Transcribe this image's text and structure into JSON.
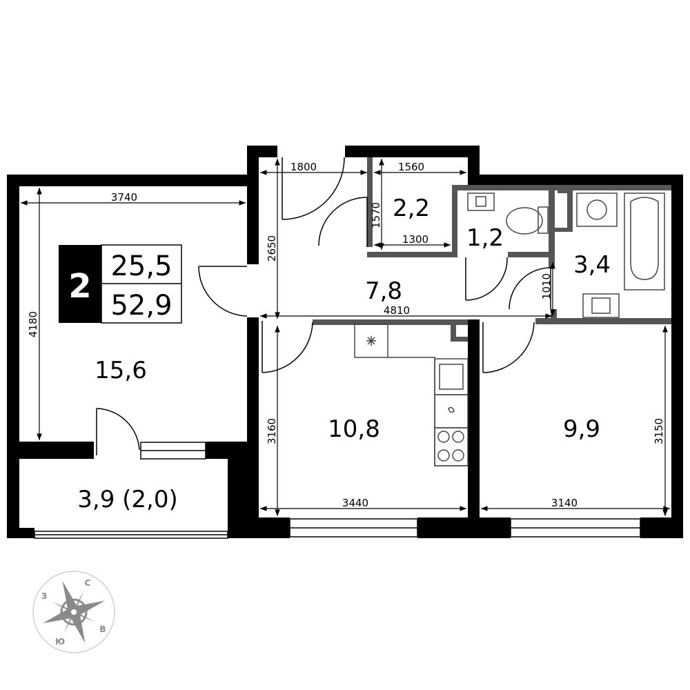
{
  "badge": {
    "rooms": "2",
    "living_area": "25,5",
    "total_area": "52,9"
  },
  "rooms": {
    "living_room": "15,6",
    "balcony": "3,9 (2,0)",
    "storage": "2,2",
    "toilet": "1,2",
    "bathroom": "3,4",
    "hallway": "7,8",
    "kitchen": "10,8",
    "bedroom": "9,9"
  },
  "dimensions": {
    "living_width": "3740",
    "living_depth": "4180",
    "hall_top_left": "1800",
    "storage_width_top": "1560",
    "storage_depth": "1570",
    "storage_width_bottom": "1300",
    "hall_depth": "2650",
    "hall_length": "4810",
    "bath_door": "1010",
    "kitchen_depth": "3160",
    "kitchen_width": "3440",
    "bedroom_width": "3140",
    "bedroom_depth": "3150"
  },
  "compass": {
    "north": "С",
    "east": "В",
    "south": "Ю",
    "west": "З"
  },
  "colors": {
    "wall": "#000000",
    "partition": "#555555",
    "fixture": "#444444",
    "compass": "#8a8a8a"
  }
}
